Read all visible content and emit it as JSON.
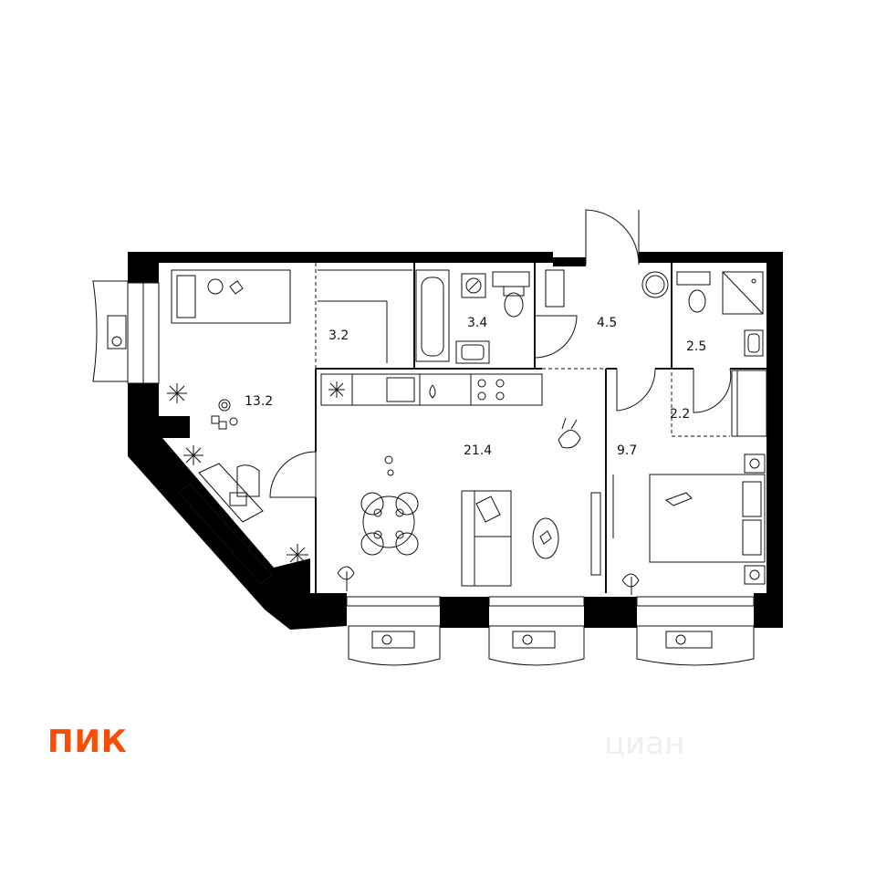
{
  "brand": {
    "logo_text": "ПИК",
    "logo_color": "#fc4c02"
  },
  "watermark": {
    "text": "циан"
  },
  "colors": {
    "wall": "#000000",
    "line": "#111111",
    "background": "#ffffff"
  },
  "rooms": [
    {
      "id": "bedroom-1",
      "area": "13.2"
    },
    {
      "id": "storage",
      "area": "3.2"
    },
    {
      "id": "bathroom",
      "area": "3.4"
    },
    {
      "id": "hall",
      "area": "4.5"
    },
    {
      "id": "wc",
      "area": "2.5"
    },
    {
      "id": "kitchen-living",
      "area": "21.4"
    },
    {
      "id": "closet",
      "area": "2.2"
    },
    {
      "id": "bedroom-2",
      "area": "9.7"
    }
  ],
  "icons": [
    "bed-icon",
    "bathtub-icon",
    "toilet-icon",
    "sink-icon",
    "shower-icon",
    "stove-icon",
    "dining-table-icon",
    "sofa-icon",
    "desk-icon",
    "plant-icon",
    "ac-unit-icon",
    "washing-machine-icon"
  ]
}
